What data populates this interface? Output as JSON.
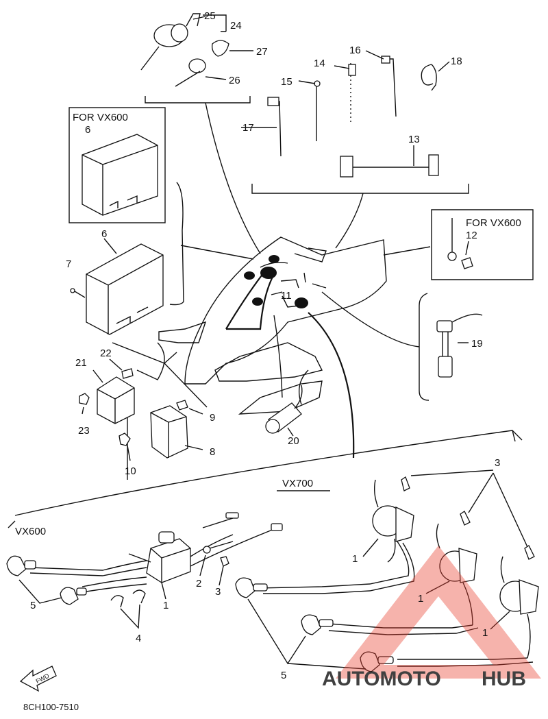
{
  "diagram": {
    "headers": {
      "for_vx600_left": "FOR VX600",
      "for_vx600_right": "FOR VX600",
      "vx700": "VX700",
      "vx600": "VX600"
    },
    "part_labels": {
      "p25": "25",
      "p24": "24",
      "p27": "27",
      "p26": "26",
      "p16": "16",
      "p18": "18",
      "p14": "14",
      "p15": "15",
      "p17": "17",
      "p13": "13",
      "p6a": "6",
      "p6b": "6",
      "p7": "7",
      "p12": "12",
      "p11": "11",
      "p19": "19",
      "p22": "22",
      "p21": "21",
      "p23": "23",
      "p9": "9",
      "p8": "8",
      "p10": "10",
      "p20": "20",
      "p3_top": "3",
      "p1_a": "1",
      "p1_b": "1",
      "p1_c": "1",
      "p5_right": "5",
      "p5_left": "5",
      "p2": "2",
      "p3_left": "3",
      "p1_left": "1",
      "p4": "4"
    },
    "fwd_arrow": "FWD",
    "drawing_code": "8CH100-7510",
    "watermark": {
      "text_auto": "AUTOMOTO",
      "text_hub": "HUB",
      "color_red": "#e8402f",
      "color_dark": "#4a4a4a"
    }
  }
}
